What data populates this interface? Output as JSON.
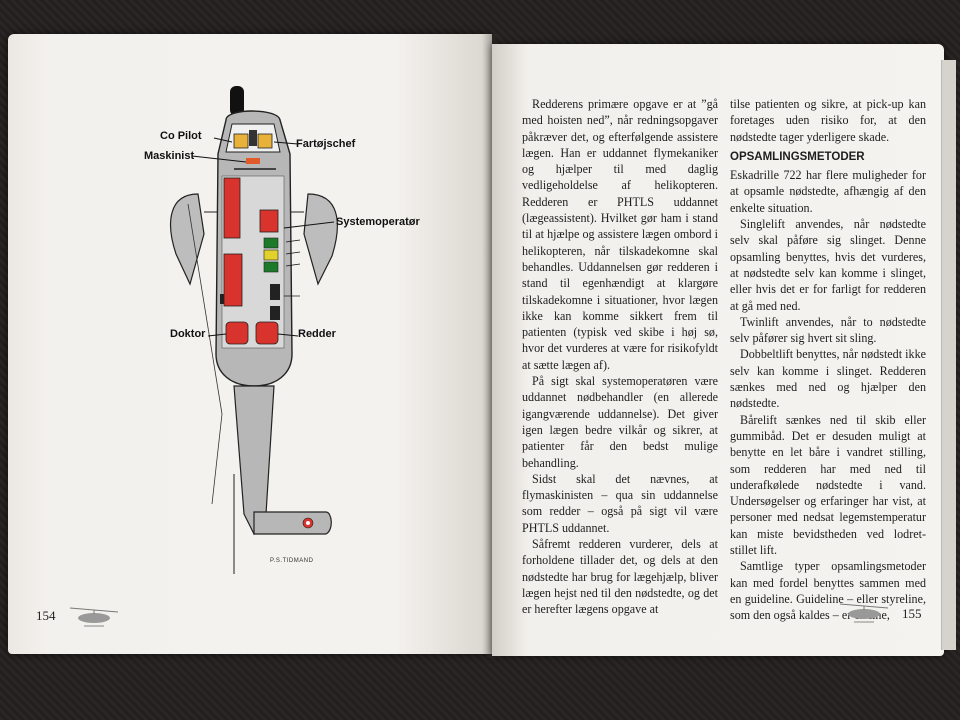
{
  "diagram": {
    "labels": {
      "co_pilot": "Co Pilot",
      "fartojschef": "Fartøjschef",
      "maskinist": "Maskinist",
      "systemoperator": "Systemoperatør",
      "doktor": "Doktor",
      "redder": "Redder"
    },
    "signature": "P.S.TIDMAND"
  },
  "left_page_number": "154",
  "right_page_number": "155",
  "col1": [
    "Redderens primære opgave er at ”gå med hoisten ned”, når redningsopgaver påkræver det, og efterfølgende assistere lægen. Han er uddannet flymekaniker og hjælper til med daglig vedligeholdelse af helikopteren. Redderen er PHTLS uddannet (lægeassistent). Hvilket gør ham i stand til at hjælpe og assistere lægen ombord i helikopteren, når tilskadekomne skal behandles. Uddannelsen gør redderen i stand til egenhændigt at klargøre tilskadekomne i situationer, hvor lægen ikke kan komme sikkert frem til patienten (typisk ved skibe i høj sø, hvor det vurderes at være for risikofyldt at sætte lægen af).",
    "På sigt skal systemoperatøren være uddannet nødbehandler (en allerede igangværende uddannelse). Det giver igen lægen bedre vilkår og sikrer, at patienter får den bedst mulige behandling.",
    "Sidst skal det nævnes, at flymaskinisten – qua sin uddannelse som redder – også på sigt vil være PHTLS uddannet.",
    "Såfremt redderen vurderer, dels at forholdene tillader det, og dels at den nødstedte har brug for lægehjælp, bliver lægen hejst ned til den nødstedte, og det er herefter lægens opgave at"
  ],
  "col2_intro": "tilse patienten og sikre, at pick-up kan foretages uden risiko for, at den nødstedte tager yderligere skade.",
  "col2_heading": "OPSAMLINGSMETODER",
  "col2": [
    "Eskadrille 722 har flere muligheder for at opsamle nødstedte, afhængig af den enkelte situation.",
    "Singlelift anvendes, når nødstedte selv skal påføre sig slinget. Denne opsamling benyttes, hvis det vurderes, at nødstedte selv kan komme i slinget, eller hvis det er for farligt for redderen at gå med ned.",
    "Twinlift anvendes, når to nødstedte selv påfører sig hvert sit sling.",
    "Dobbeltlift benyttes, når nødstedt ikke selv kan komme i slinget. Redderen sænkes med ned og hjælper den nødstedte.",
    "Bårelift sænkes ned til skib eller gummibåd. Det er desuden muligt at benytte en let båre i vandret stilling, som redderen har med ned til underafkølede nødstedte i vand. Undersøgelser og erfaringer har vist, at personer med nedsat legemstemperatur kan miste bevidstheden ved lodret-stillet lift.",
    "Samtlige typer opsamlingsmetoder kan med fordel benyttes sammen med en guideline. Guideline – eller styreline, som den også kaldes – er en line,"
  ],
  "colors": {
    "page": "#f4f2ee",
    "heli_body": "#b8b8b8",
    "seat_red": "#d8332c",
    "outline": "#222222"
  }
}
